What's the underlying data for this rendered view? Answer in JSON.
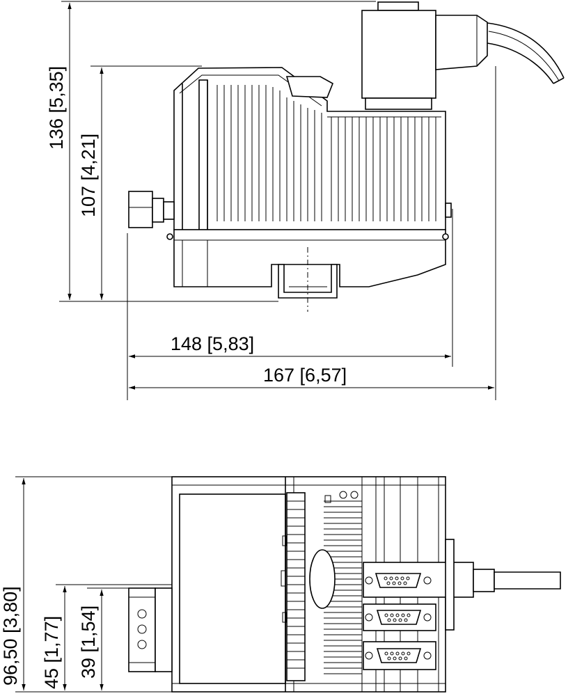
{
  "side_view": {
    "dim_height_136": "136 [5,35]",
    "dim_height_107": "107 [4,21]",
    "dim_width_148": "148 [5,83]",
    "dim_width_167": "167 [6,57]"
  },
  "top_view": {
    "dim_height_96_50": "96,50 [3,80]",
    "dim_height_45": "45 [1,77]",
    "dim_height_39": "39 [1,54]"
  }
}
